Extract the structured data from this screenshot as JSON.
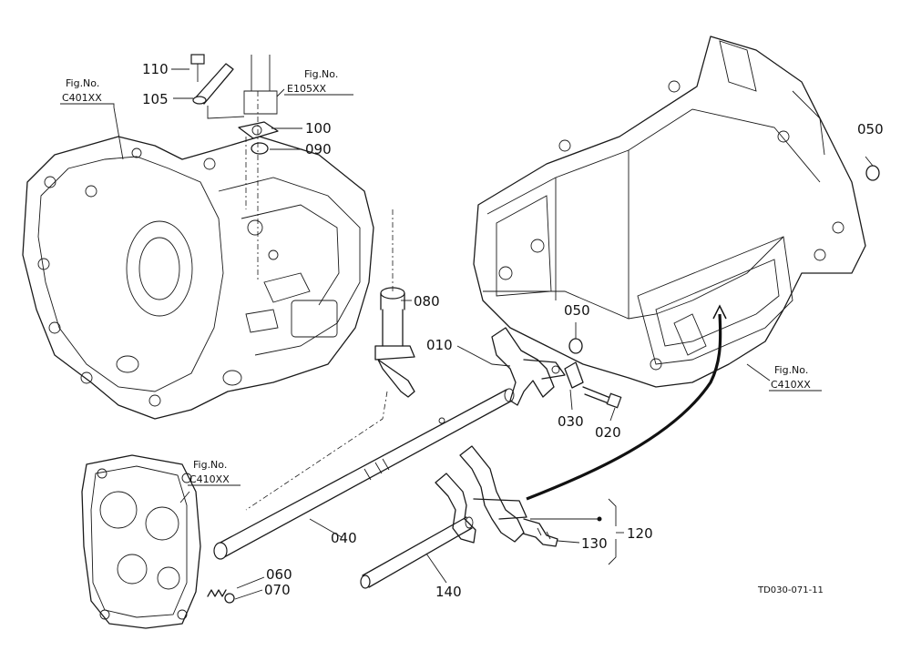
{
  "callouts": {
    "p110": "110",
    "p105": "105",
    "p100": "100",
    "p090": "090",
    "p050a": "050",
    "p050b": "050",
    "p080": "080",
    "p010": "010",
    "p030": "030",
    "p020": "020",
    "p040": "040",
    "p060": "060",
    "p070": "070",
    "p120": "120",
    "p130": "130",
    "p140": "140"
  },
  "figure_refs": {
    "c401": {
      "label": "Fig.No.",
      "code": "C401XX"
    },
    "e105": {
      "label": "Fig.No.",
      "code": "E105XX"
    },
    "c410_right": {
      "label": "Fig.No.",
      "code": "C410XX"
    },
    "c410_left": {
      "label": "Fig.No.",
      "code": "C410XX"
    }
  },
  "drawing_code": "TD030-071-11",
  "colors": {
    "line": "#1a1a1a",
    "background": "#ffffff"
  }
}
